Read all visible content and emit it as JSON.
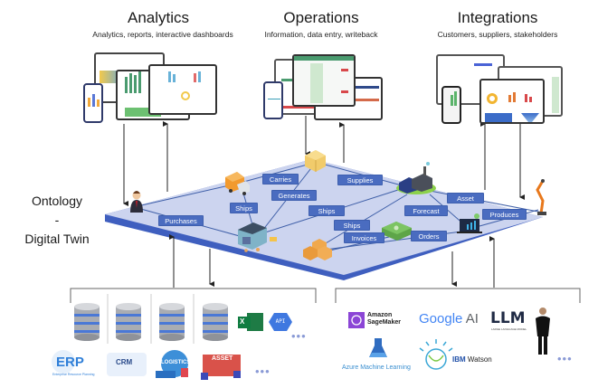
{
  "columns": [
    {
      "title": "Analytics",
      "subtitle": "Analytics, reports, interactive dashboards"
    },
    {
      "title": "Operations",
      "subtitle": "Information, data entry, writeback"
    },
    {
      "title": "Integrations",
      "subtitle": "Customers, suppliers, stakeholders"
    }
  ],
  "side_label": {
    "line1": "Ontology",
    "line2": "-",
    "line3": "Digital Twin"
  },
  "plate": {
    "colors": {
      "surface": "#ccd4ef",
      "edge": "#3f5fbf",
      "link": "#3f5fa8",
      "label_bg": "#4a6cc0"
    },
    "nodes": [
      {
        "id": "customer",
        "icon": "person-icon"
      },
      {
        "id": "truck",
        "icon": "truck-icon"
      },
      {
        "id": "package",
        "icon": "package-box-icon"
      },
      {
        "id": "warehouse",
        "icon": "warehouse-icon"
      },
      {
        "id": "factory",
        "icon": "factory-icon"
      },
      {
        "id": "boxes",
        "icon": "boxes-icon"
      },
      {
        "id": "money",
        "icon": "money-icon"
      },
      {
        "id": "dashboard",
        "icon": "laptop-analytics-icon"
      },
      {
        "id": "robot",
        "icon": "robot-arm-icon"
      }
    ],
    "relations": [
      "Carries",
      "Generates",
      "Supplies",
      "Ships",
      "Ships",
      "Ships",
      "Purchases",
      "Invoices",
      "Forecast",
      "Orders",
      "Asset",
      "Produces"
    ]
  },
  "data_sources": {
    "items": [
      "database",
      "database",
      "database",
      "database",
      "Excel",
      "API",
      "..."
    ],
    "excel_label": "X",
    "api_label": "API",
    "apps": [
      "ERP",
      "CRM",
      "LOGISTICS",
      "ASSET",
      "..."
    ],
    "erp_caption": "Enterprise Resource Planning",
    "more": "•••"
  },
  "ai_services": {
    "sagemaker": {
      "line1": "Amazon",
      "line2": "SageMaker"
    },
    "google": {
      "text": "Google",
      "suffix": "AI"
    },
    "llm": {
      "text": "LLM",
      "caption": "LARGE LANGUAGE MODEL"
    },
    "azure": "Azure Machine Learning",
    "watson": {
      "brand": "IBM",
      "name": "Watson"
    },
    "more": "•••"
  }
}
